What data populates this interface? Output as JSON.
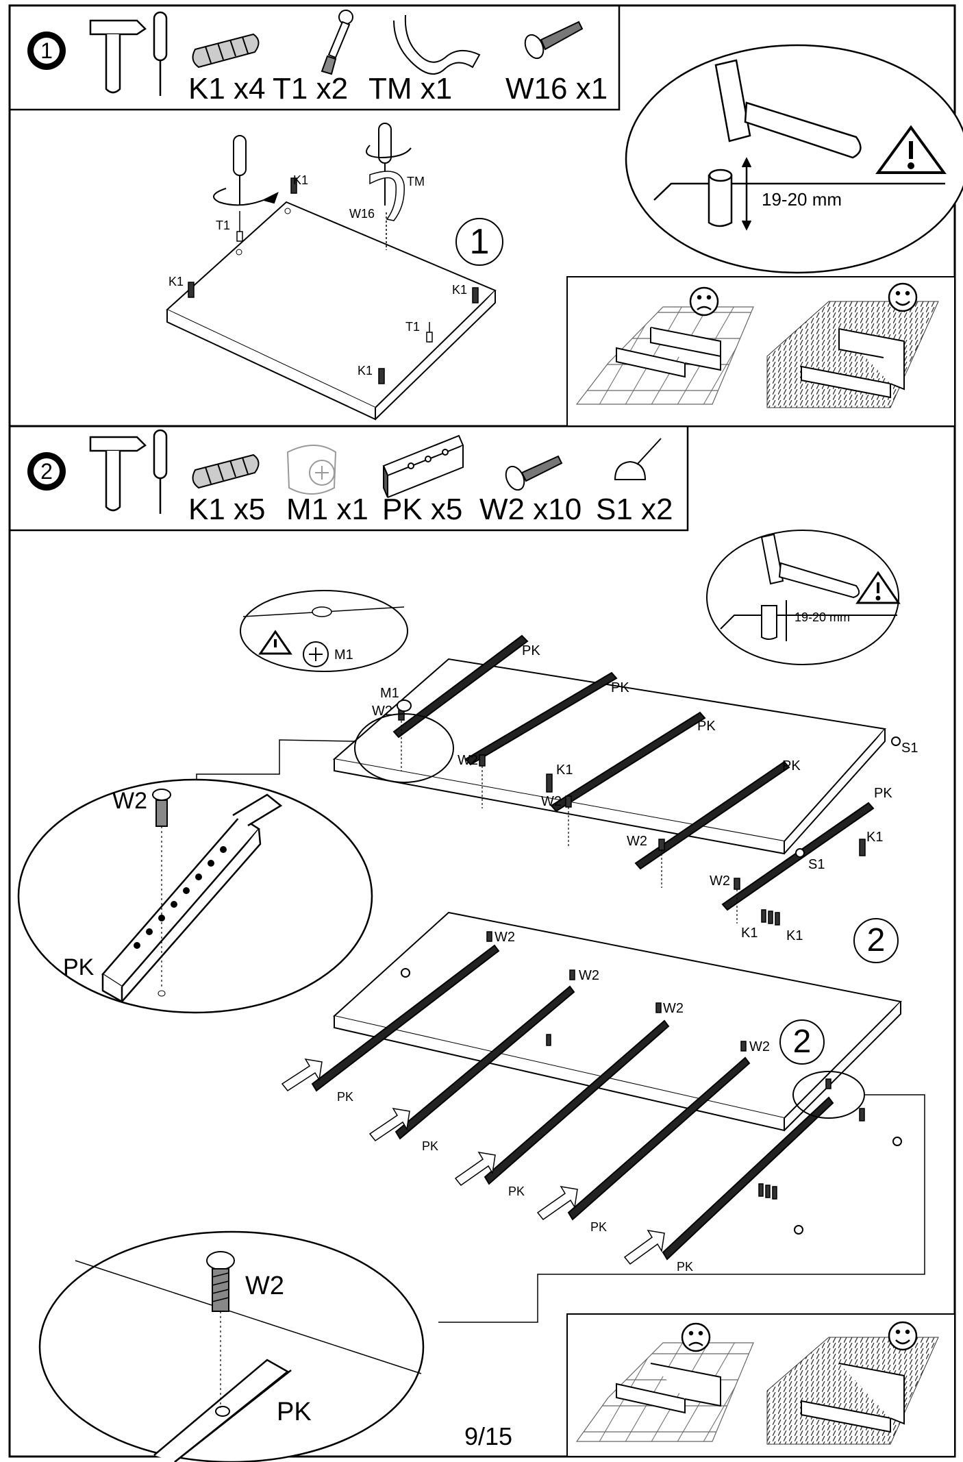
{
  "step1": {
    "number": "1",
    "parts": [
      {
        "label": "K1 x4"
      },
      {
        "label": "T1 x2"
      },
      {
        "label": "TM x1"
      },
      {
        "label": "W16 x1"
      }
    ],
    "labels": {
      "k1": "K1",
      "t1": "T1",
      "tm": "TM",
      "w16": "W16",
      "panel": "1"
    },
    "warning_measure": "19-20 mm"
  },
  "step2": {
    "number": "2",
    "parts": [
      {
        "label": "K1 x5"
      },
      {
        "label": "M1 x1"
      },
      {
        "label": "PK x5"
      },
      {
        "label": "W2 x10"
      },
      {
        "label": "S1 x2"
      }
    ],
    "labels": {
      "pk": "PK",
      "w2": "W2",
      "k1": "K1",
      "m1": "M1",
      "s1": "S1",
      "panel": "2"
    },
    "warning_measure": "19-20 mm"
  },
  "page_number": "9/15"
}
